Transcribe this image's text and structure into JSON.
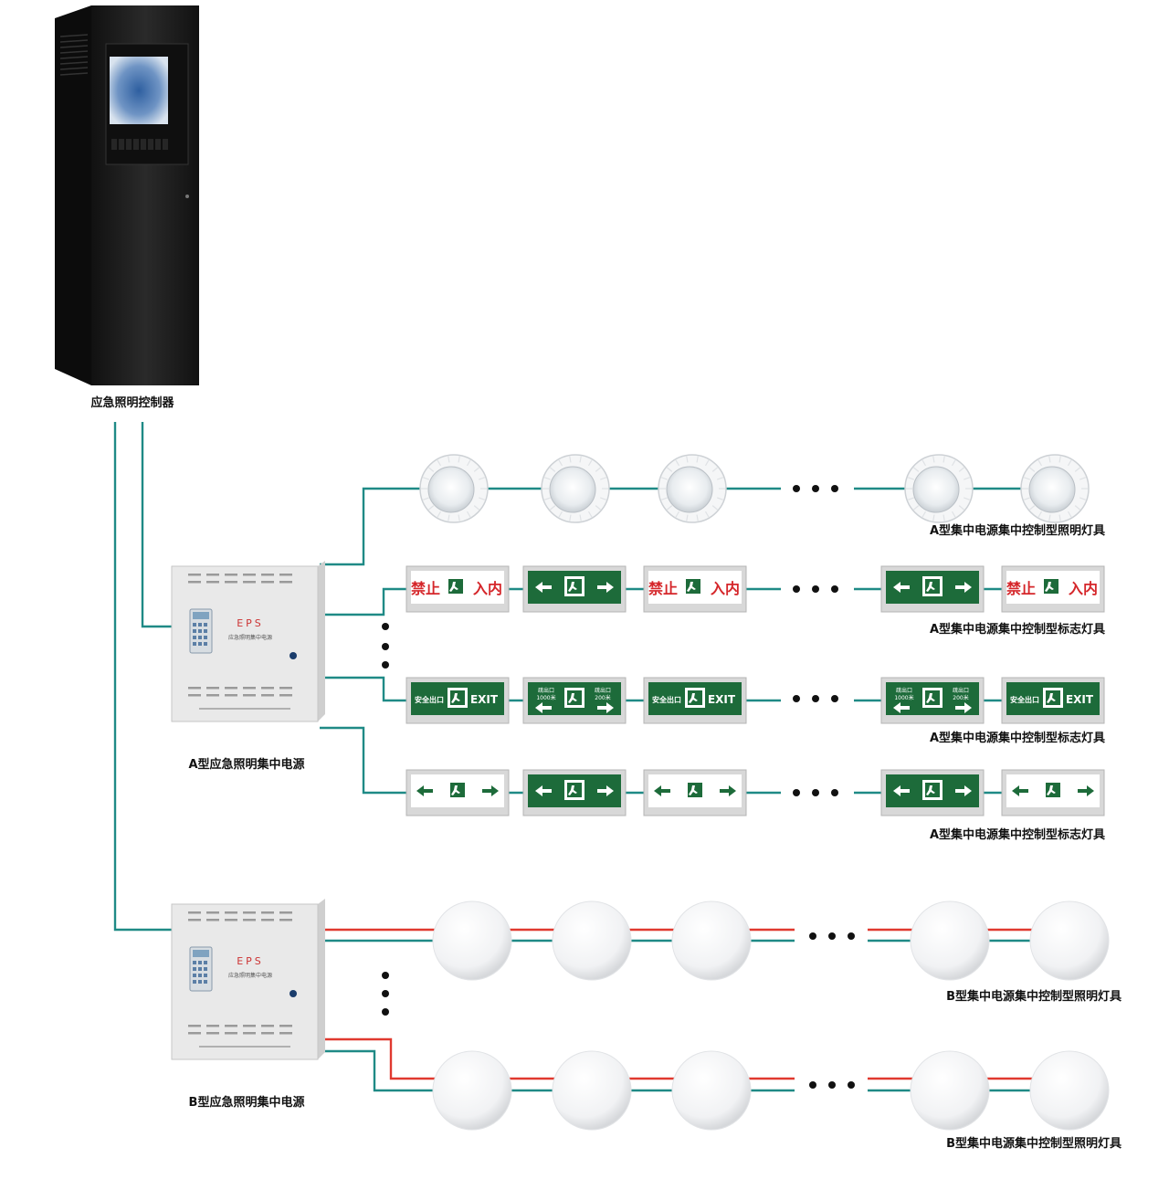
{
  "labels": {
    "controller": "应急照明控制器",
    "psu_a": "A型应急照明集中电源",
    "psu_b": "B型应急照明集中电源",
    "row1": "A型集中电源集中控制型照明灯具",
    "row2": "A型集中电源集中控制型标志灯具",
    "row3": "A型集中电源集中控制型标志灯具",
    "row4": "A型集中电源集中控制型标志灯具",
    "row5": "B型集中电源集中控制型照明灯具",
    "row6": "B型集中电源集中控制型照明灯具"
  },
  "eps": {
    "brand": "EPS",
    "subtitle": "应急照明集中电源"
  },
  "signs": {
    "no_entry_left": "禁止",
    "no_entry_right": "入内",
    "safe_exit": "安全出口",
    "exit_en": "EXIT",
    "exit_dist_label": "疏出口",
    "dist_left": "1000米",
    "dist_right": "200米"
  },
  "colors": {
    "teal_wire": "#1f8a86",
    "red_wire": "#e0392f",
    "sign_green": "#1d6b3a",
    "sign_red": "#d5262a",
    "cabinet": "#1c1c1c",
    "panel": "#e9e9e9"
  }
}
